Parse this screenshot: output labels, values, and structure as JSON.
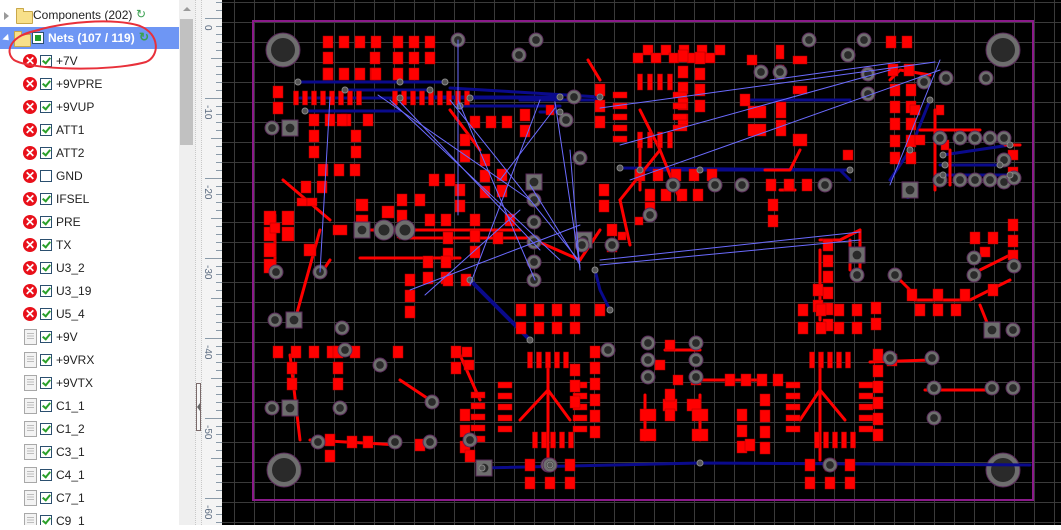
{
  "tree": {
    "components": {
      "label": "Components (202)",
      "expanded": false
    },
    "nets": {
      "label": "Nets (107 / 119)",
      "expanded": true,
      "selected": true,
      "check_state": "partial"
    },
    "net_items": [
      {
        "name": "+7V",
        "status": "error",
        "checked": true
      },
      {
        "name": "+9VPRE",
        "status": "error",
        "checked": true
      },
      {
        "name": "+9VUP",
        "status": "error",
        "checked": true
      },
      {
        "name": "ATT1",
        "status": "error",
        "checked": true
      },
      {
        "name": "ATT2",
        "status": "error",
        "checked": true
      },
      {
        "name": "GND",
        "status": "error",
        "checked": false
      },
      {
        "name": "IFSEL",
        "status": "error",
        "checked": true
      },
      {
        "name": "PRE",
        "status": "error",
        "checked": true
      },
      {
        "name": "TX",
        "status": "error",
        "checked": true
      },
      {
        "name": "U3_2",
        "status": "error",
        "checked": true
      },
      {
        "name": "U3_19",
        "status": "error",
        "checked": true
      },
      {
        "name": "U5_4",
        "status": "error",
        "checked": true
      },
      {
        "name": "+9V",
        "status": "ok",
        "checked": true
      },
      {
        "name": "+9VRX",
        "status": "ok",
        "checked": true
      },
      {
        "name": "+9VTX",
        "status": "ok",
        "checked": true
      },
      {
        "name": "C1_1",
        "status": "ok",
        "checked": true
      },
      {
        "name": "C1_2",
        "status": "ok",
        "checked": true
      },
      {
        "name": "C3_1",
        "status": "ok",
        "checked": true
      },
      {
        "name": "C4_1",
        "status": "ok",
        "checked": true
      },
      {
        "name": "C7_1",
        "status": "ok",
        "checked": true
      },
      {
        "name": "C9_1",
        "status": "ok",
        "checked": true
      }
    ],
    "icons": {
      "refresh": "↻",
      "error": "✕"
    }
  },
  "ruler": {
    "labels": [
      "0",
      "-10",
      "-20",
      "-30",
      "-40",
      "-50",
      "-60"
    ]
  },
  "colors": {
    "selection": "#6e96f4",
    "top_copper": "#ff0000",
    "bottom_copper": "#0a0a8c",
    "ratsnest": "#6b6bff",
    "board_outline": "#8a1a8a",
    "pad_ring": "#6e6e6e",
    "grid": "#3a3a3a",
    "annotation": "#e8303a"
  }
}
